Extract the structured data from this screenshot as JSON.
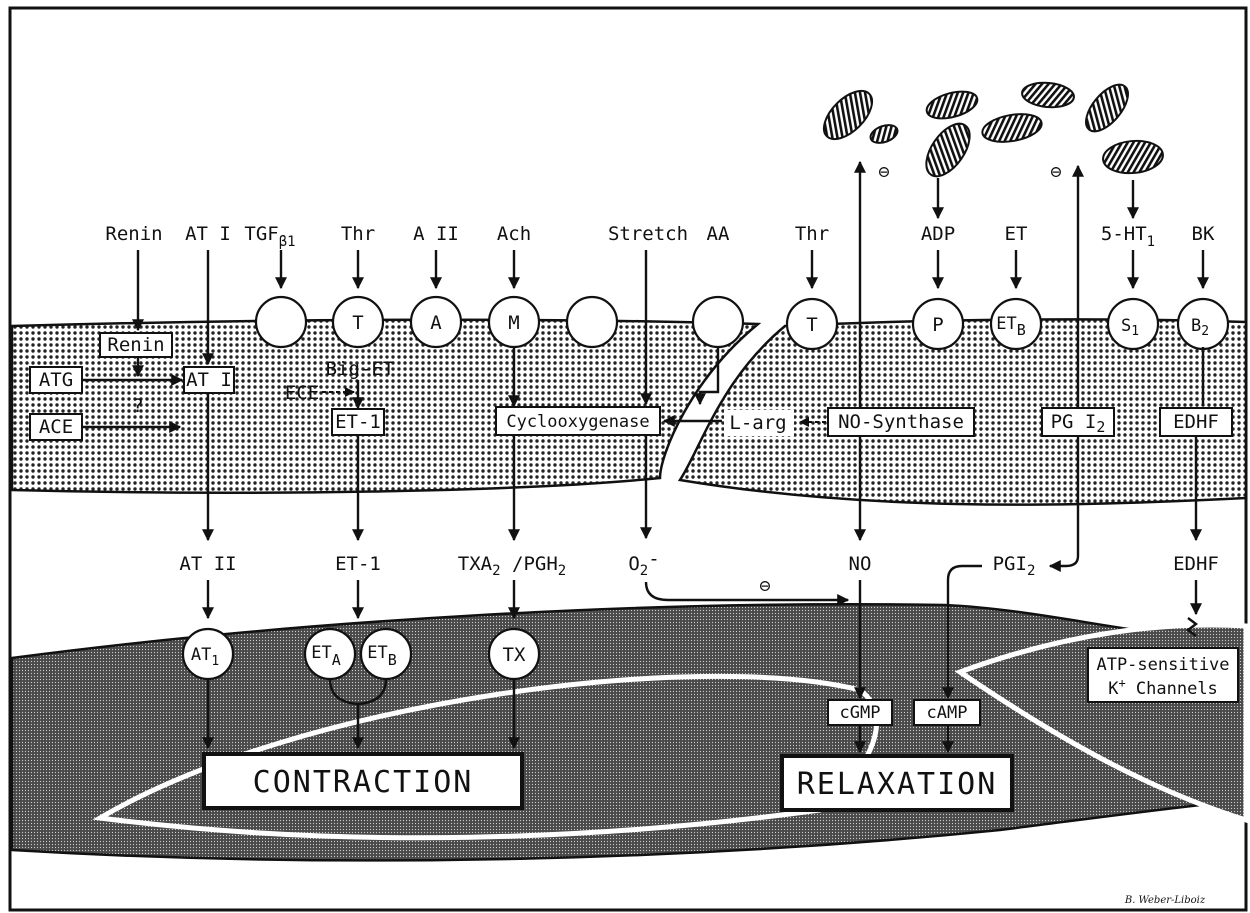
{
  "sub_labels": {
    "beta1": "β1",
    "sub1": "1",
    "sub2": "2",
    "subA": "A",
    "subB": "B"
  },
  "stimuli": {
    "renin": "Renin",
    "at1": "AT I",
    "tgf": "TGF",
    "thr_left": "Thr",
    "a2": "A II",
    "ach": "Ach",
    "stretch": "Stretch",
    "aa": "AA",
    "thr_right": "Thr",
    "adp": "ADP",
    "et": "ET",
    "ht5": "5-HT",
    "bk": "BK"
  },
  "receptors": {
    "t_left": "T",
    "a": "A",
    "m": "M",
    "t_right": "T",
    "p": "P",
    "et_b_top": "ET",
    "s": "S",
    "b": "B",
    "at_sm": "AT",
    "et_a": "ET",
    "et_b": "ET",
    "tx": "TX"
  },
  "endothelial": {
    "renin_box": "Renin",
    "atg": "ATG",
    "ace": "ACE",
    "at1_box": "AT I",
    "question": "?",
    "big_et": "Big-ET",
    "ece": "ECE",
    "et1_box": "ET-1",
    "cyclooxygenase": "Cyclooxygenase",
    "l_arg": "L-arg",
    "no_synthase": "NO-Synthase",
    "pgi2_box_main": "PG I",
    "edhf_box": "EDHF"
  },
  "mediators": {
    "at2": "AT II",
    "et1": "ET-1",
    "txa2_a": "TXA",
    "txa2_b": " /PGH",
    "o2_a": "O",
    "o2_b": "-",
    "no": "NO",
    "pgi2_a": "PGI",
    "edhf": "EDHF",
    "atp_channel_l1": "ATP-sensitive",
    "atp_channel_l2_a": "K",
    "atp_channel_l2_sup": "+",
    "atp_channel_l2_b": " Channels"
  },
  "second_messengers": {
    "cgmp": "cGMP",
    "camp": "cAMP"
  },
  "outcomes": {
    "contraction": "CONTRACTION",
    "relaxation": "RELAXATION"
  },
  "inhibit_sign": "⊖",
  "signature": "B. Weber-Liboiz"
}
